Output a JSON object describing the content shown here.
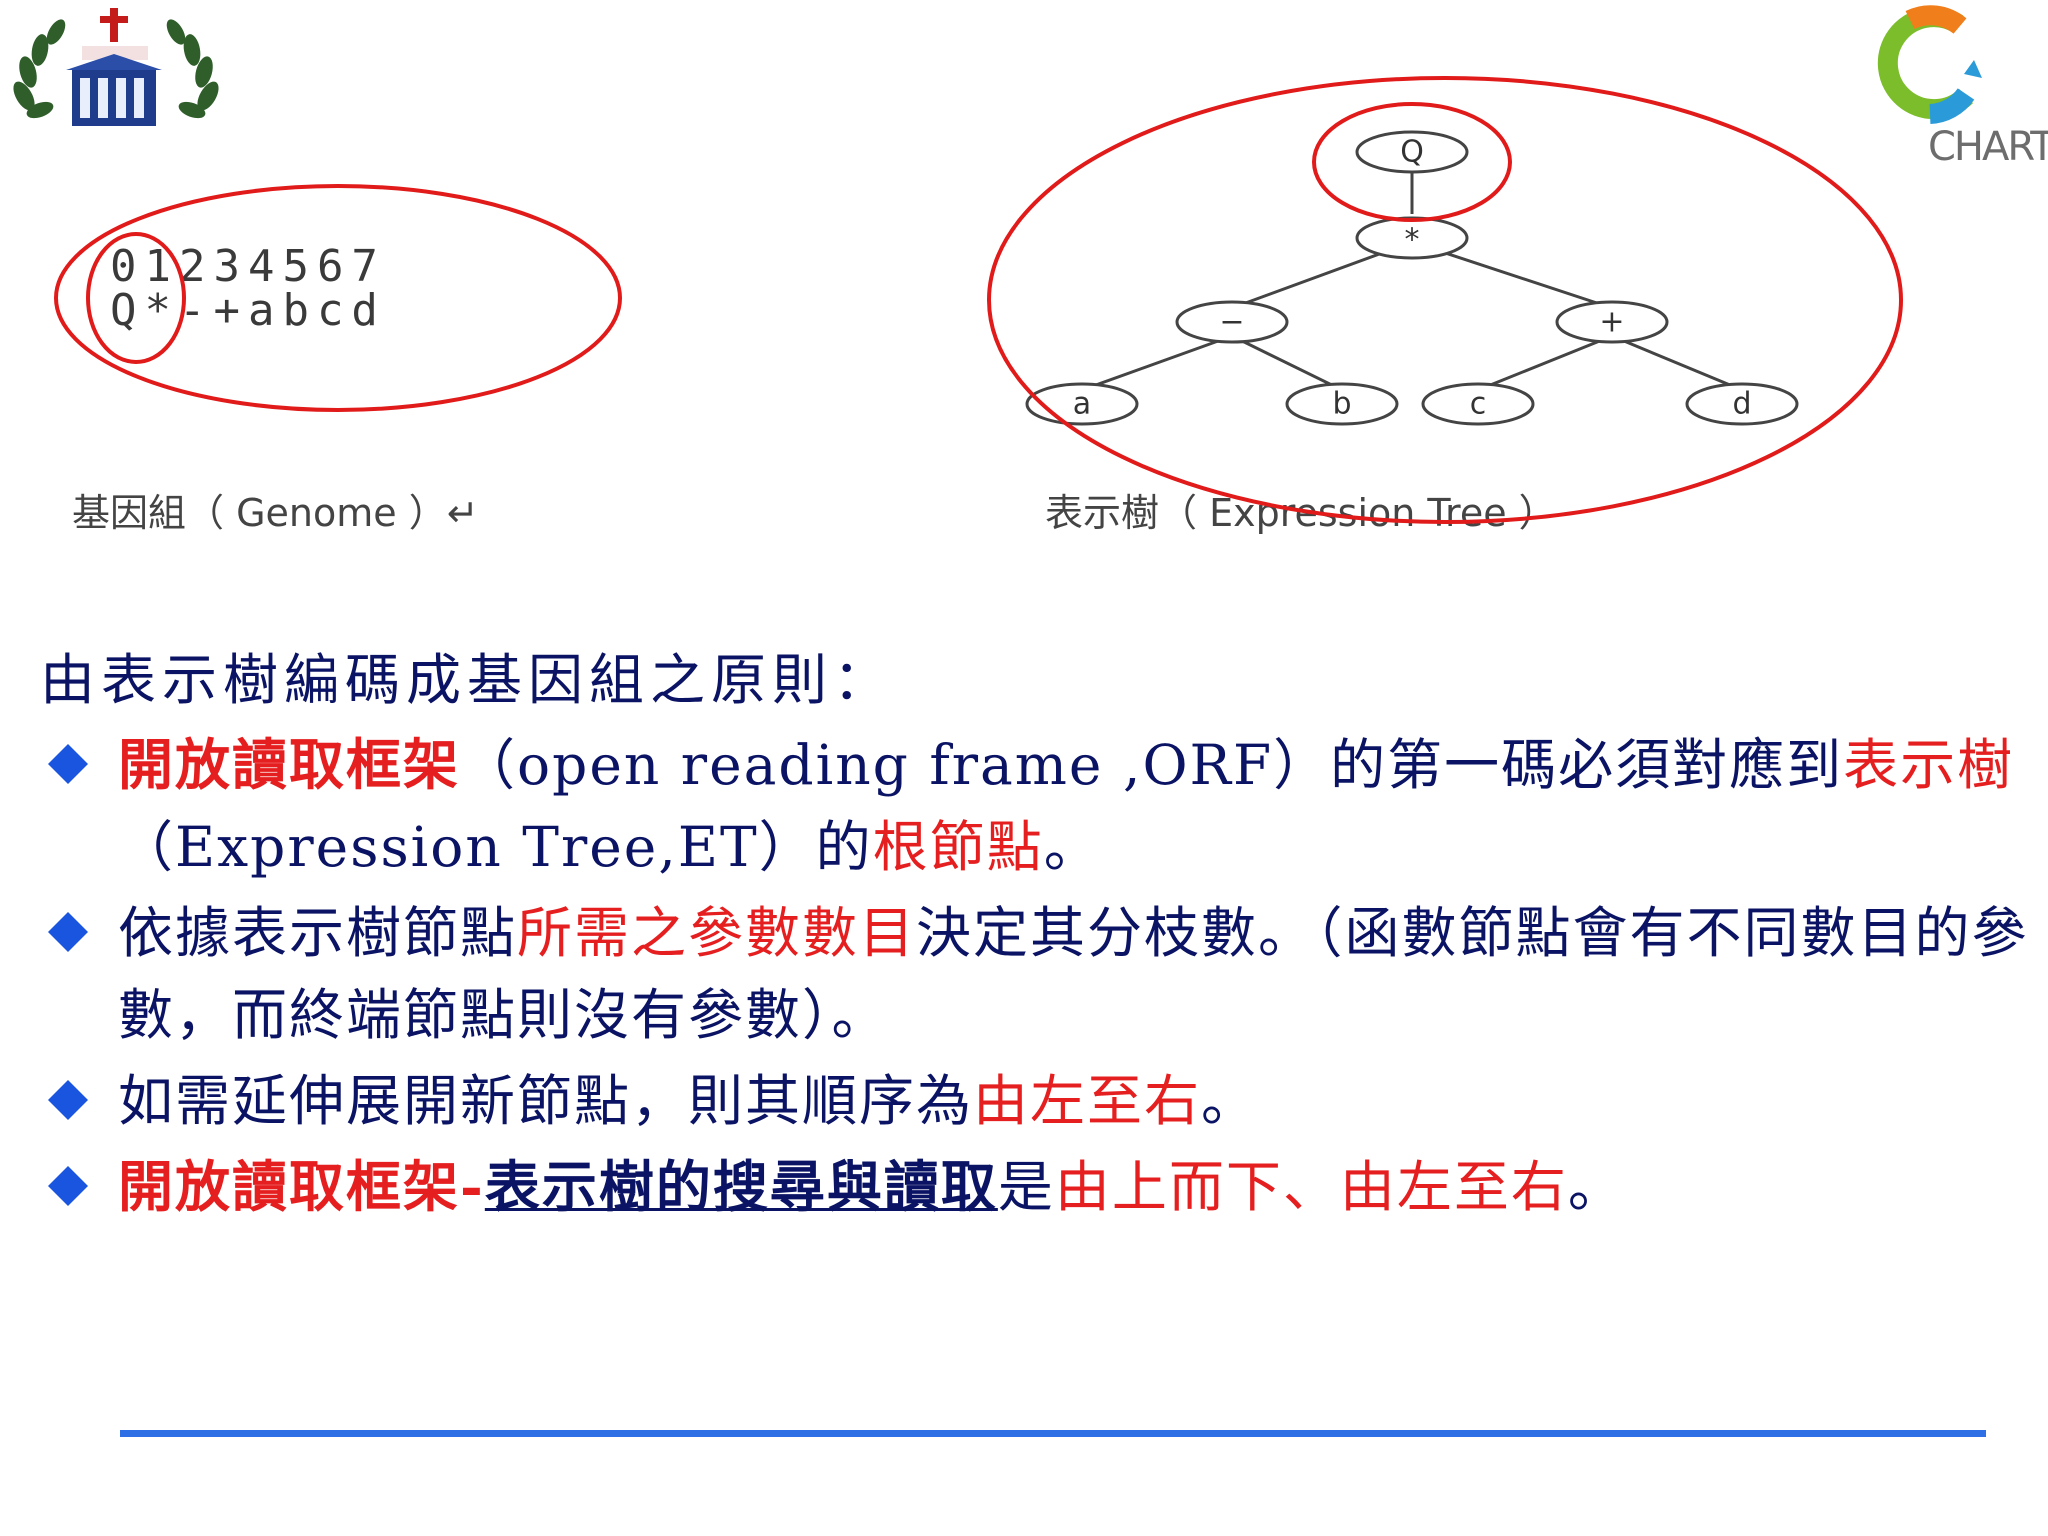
{
  "genome": {
    "row1": "01234567",
    "row2": "Q*-+abcd",
    "caption": "基因組（ Genome ）↵"
  },
  "tree": {
    "nodes": {
      "root": "Q",
      "mult": "*",
      "minus": "−",
      "plus": "+",
      "a": "a",
      "b": "b",
      "c": "c",
      "d": "d"
    },
    "caption": "表示樹（ Expression Tree ）"
  },
  "logo_right_text": "CHARTS",
  "rules": {
    "intro": "由表示樹編碼成基因組之原則：",
    "b1": {
      "p1": "開放讀取框架",
      "p2": "（open reading frame ,ORF）的第一碼必須對應到",
      "p3": "表示樹",
      "p4": "（Expression Tree,ET）的",
      "p5": "根節點",
      "p6": "。"
    },
    "b2": {
      "p1": "依據表示樹節點",
      "p2": "所需之參數數目",
      "p3": "決定其分枝數。（函數節點會有不同數目的參數，而終端節點則沒有參數）。"
    },
    "b3": {
      "p1": "如需延伸展開新節點，則其順序為",
      "p2": "由左至右",
      "p3": "。"
    },
    "b4": {
      "p1": "開放讀取框架-",
      "p2": "表示樹的搜尋與讀取",
      "p3": "是",
      "p4": "由上而下、由左至右",
      "p5": "。"
    }
  },
  "colors": {
    "accent_red": "#e51f1f",
    "bullet_blue": "#1a55e0",
    "body_navy": "#0b1464",
    "footer_blue": "#2f6fe6"
  }
}
